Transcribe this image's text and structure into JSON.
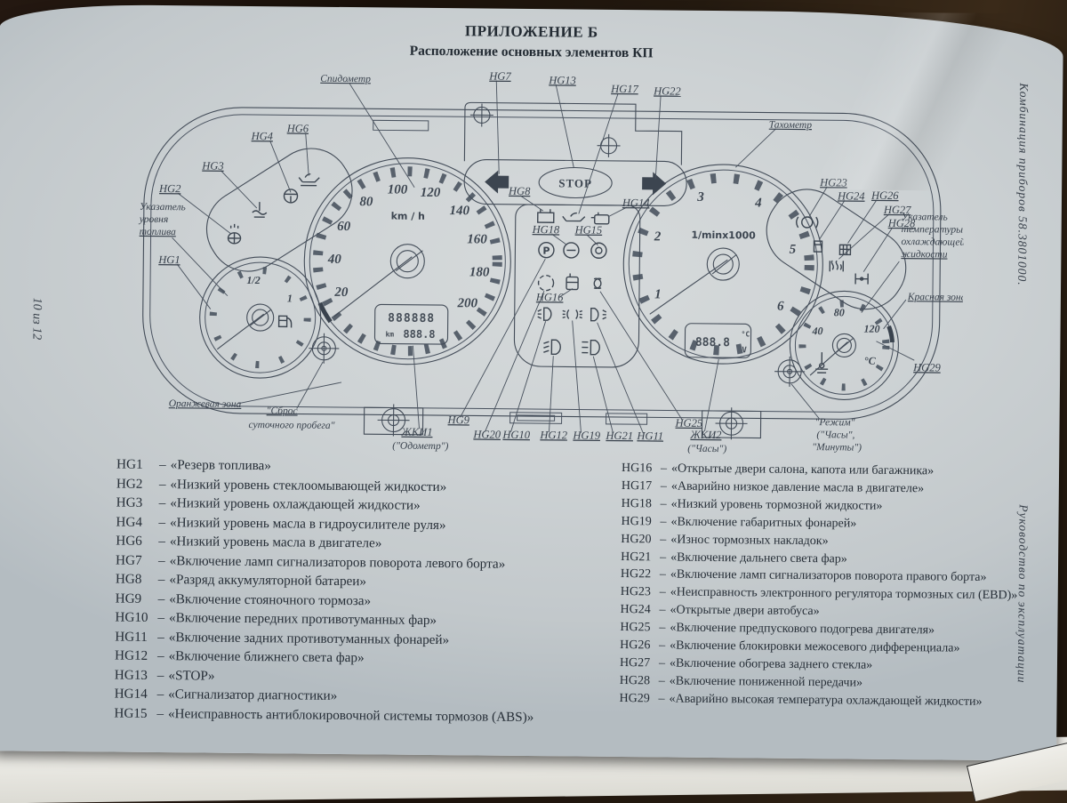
{
  "page": {
    "title": "ПРИЛОЖЕНИЕ Б",
    "subtitle": "Расположение основных элементов КП",
    "page_number": "10 из 12",
    "margin_right_top": "Комбинация приборов 58.3801000.",
    "margin_right_bottom": "Руководство по эксплуатации"
  },
  "diagram": {
    "stop_text": "STOP",
    "p_glyph": "P",
    "speedo": {
      "label": "Спидометр",
      "unit": "km / h",
      "ticks": [
        "20",
        "40",
        "60",
        "80",
        "100",
        "120",
        "140",
        "160",
        "180",
        "200"
      ]
    },
    "tach": {
      "label": "Тахометр",
      "unit": "1/minx1000",
      "ticks": [
        "1",
        "2",
        "3",
        "4",
        "5",
        "6"
      ]
    },
    "fuel": {
      "label_lines": [
        "Указатель",
        "уровня",
        "топлива"
      ],
      "half": "1/2",
      "full": "1"
    },
    "temp": {
      "label_lines": [
        "Указатель",
        "температуры",
        "охлаждающей",
        "жидкости"
      ],
      "ticks": [
        "40",
        "80",
        "120"
      ],
      "unit": "°C"
    },
    "lcd1": {
      "row1": "888888",
      "unit": "km",
      "row2": "888.8",
      "label_lines": [
        "ЖКИ1",
        "(\"Одометр\")"
      ]
    },
    "lcd2": {
      "digits": "888.8",
      "unit_top": "°C",
      "unit_bottom": "V",
      "label_lines": [
        "ЖКИ2",
        "(\"Часы\")"
      ]
    },
    "zones": {
      "orange": "Оранжевая зона",
      "red": "Красная зона"
    },
    "reset_label_lines": [
      "\"Сброс",
      "суточного пробега\""
    ],
    "mode_label_lines": [
      "\"Режим\"",
      "(\"Часы\",",
      "\"Минуты\")"
    ],
    "callouts": {
      "hg1": "HG1",
      "hg2": "HG2",
      "hg3": "HG3",
      "hg4": "HG4",
      "hg6": "HG6",
      "hg7": "HG7",
      "hg8": "HG8",
      "hg9": "HG9",
      "hg10": "HG10",
      "hg11": "HG11",
      "hg12": "HG12",
      "hg13": "HG13",
      "hg14": "HG14",
      "hg15": "HG15",
      "hg16": "HG16",
      "hg17": "HG17",
      "hg18": "HG18",
      "hg19": "HG19",
      "hg20": "HG20",
      "hg21": "HG21",
      "hg22": "HG22",
      "hg23": "HG23",
      "hg24": "HG24",
      "hg25": "HG25",
      "hg26": "HG26",
      "hg27": "HG27",
      "hg28": "HG28",
      "hg29": "HG29"
    }
  },
  "legend": {
    "separator": "–",
    "left": [
      {
        "id": "HG1",
        "text": "«Резерв топлива»"
      },
      {
        "id": "HG2",
        "text": "«Низкий уровень стеклоомывающей жидкости»"
      },
      {
        "id": "HG3",
        "text": "«Низкий уровень охлаждающей жидкости»"
      },
      {
        "id": "HG4",
        "text": "«Низкий уровень масла в гидроусилителе руля»"
      },
      {
        "id": "HG6",
        "text": "«Низкий уровень масла в двигателе»"
      },
      {
        "id": "HG7",
        "text": "«Включение ламп сигнализаторов поворота левого борта»"
      },
      {
        "id": "HG8",
        "text": "«Разряд аккумуляторной батареи»"
      },
      {
        "id": "HG9",
        "text": "«Включение стояночного тормоза»"
      },
      {
        "id": "HG10",
        "text": "«Включение передних противотуманных фар»"
      },
      {
        "id": "HG11",
        "text": "«Включение задних противотуманных фонарей»"
      },
      {
        "id": "HG12",
        "text": "«Включение ближнего света фар»"
      },
      {
        "id": "HG13",
        "text": "«STOP»"
      },
      {
        "id": "HG14",
        "text": "«Сигнализатор диагностики»"
      },
      {
        "id": "HG15",
        "text": "«Неисправность антиблокировочной системы тормозов (ABS)»"
      }
    ],
    "right": [
      {
        "id": "HG16",
        "text": "«Открытые двери салона, капота или багажника»"
      },
      {
        "id": "HG17",
        "text": "«Аварийно низкое давление масла в двигателе»"
      },
      {
        "id": "HG18",
        "text": "«Низкий уровень тормозной жидкости»"
      },
      {
        "id": "HG19",
        "text": "«Включение габаритных фонарей»"
      },
      {
        "id": "HG20",
        "text": "«Износ тормозных накладок»"
      },
      {
        "id": "HG21",
        "text": "«Включение дальнего света фар»"
      },
      {
        "id": "HG22",
        "text": "«Включение ламп сигнализаторов поворота правого борта»"
      },
      {
        "id": "HG23",
        "text": "«Неисправность электронного регулятора тормозных сил (EBD)»"
      },
      {
        "id": "HG24",
        "text": "«Открытые двери автобуса»"
      },
      {
        "id": "HG25",
        "text": "«Включение предпускового подогрева двигателя»"
      },
      {
        "id": "HG26",
        "text": "«Включение блокировки межосевого дифференциала»"
      },
      {
        "id": "HG27",
        "text": "«Включение обогрева заднего стекла»"
      },
      {
        "id": "HG28",
        "text": "«Включение пониженной передачи»"
      },
      {
        "id": "HG29",
        "text": "«Аварийно высокая температура охлаждающей жидкости»"
      }
    ]
  }
}
